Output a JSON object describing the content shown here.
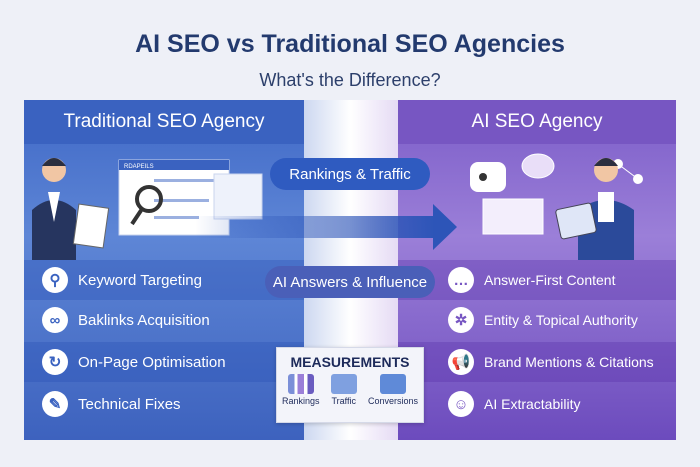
{
  "header": {
    "title": "AI SEO vs Traditional SEO Agencies",
    "subtitle": "What's the Difference?"
  },
  "left": {
    "title": "Traditional SEO Agency",
    "window_label": "RDAPEILS",
    "items": [
      {
        "label": "Keyword Targeting",
        "icon": "magnifier-icon"
      },
      {
        "label": "Baklinks Acquisition",
        "icon": "link-icon"
      },
      {
        "label": "On-Page Optimisation",
        "icon": "page-cycle-icon"
      },
      {
        "label": "Technical Fixes",
        "icon": "wrench-icon"
      }
    ]
  },
  "right": {
    "title": "AI SEO Agency",
    "items": [
      {
        "label": "Answer-First Content",
        "icon": "chat-icon"
      },
      {
        "label": "Entity & Topical Authority",
        "icon": "network-icon"
      },
      {
        "label": "Brand Mentions & Citations",
        "icon": "megaphone-icon"
      },
      {
        "label": "AI Extractability",
        "icon": "robot-icon"
      }
    ]
  },
  "center": {
    "top_pill": "Rankings & Traffic",
    "bottom_pill": "AI Answers & Influence"
  },
  "measurements": {
    "title": "MEASUREMENTS",
    "items": [
      "Rankings",
      "Traffic",
      "Conversions"
    ]
  },
  "colors": {
    "traditional": "#3a62c0",
    "ai": "#7756c2",
    "title": "#233a6e"
  }
}
